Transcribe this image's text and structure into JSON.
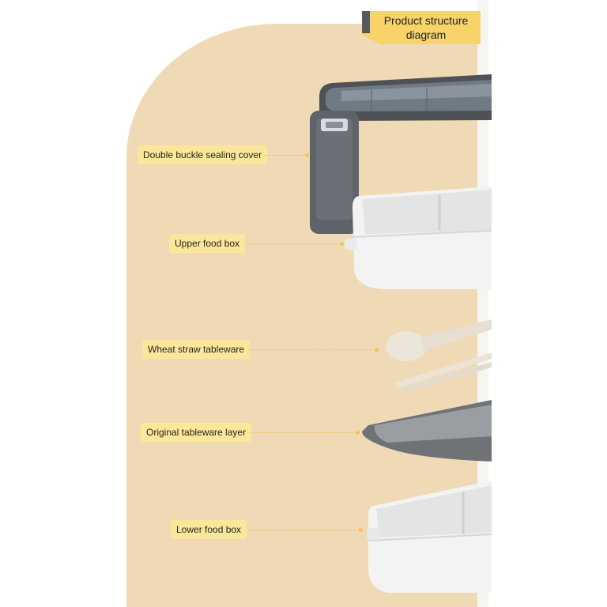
{
  "title": "Product structure diagram",
  "components": [
    {
      "key": "cover",
      "label": "Double buckle sealing cover"
    },
    {
      "key": "upper",
      "label": "Upper food box"
    },
    {
      "key": "tableware",
      "label": "Wheat straw tableware"
    },
    {
      "key": "tray",
      "label": "Original tableware layer"
    },
    {
      "key": "lower",
      "label": "Lower food box"
    }
  ],
  "colors": {
    "background_panel": "#f0d9b5",
    "title_fill": "#f7d36a",
    "label_fill": "#fbe79a",
    "leader": "#f3c64e",
    "lid_gray": "#5c6066",
    "box_white": "#f4f4f4",
    "wheat": "#ece6da"
  }
}
